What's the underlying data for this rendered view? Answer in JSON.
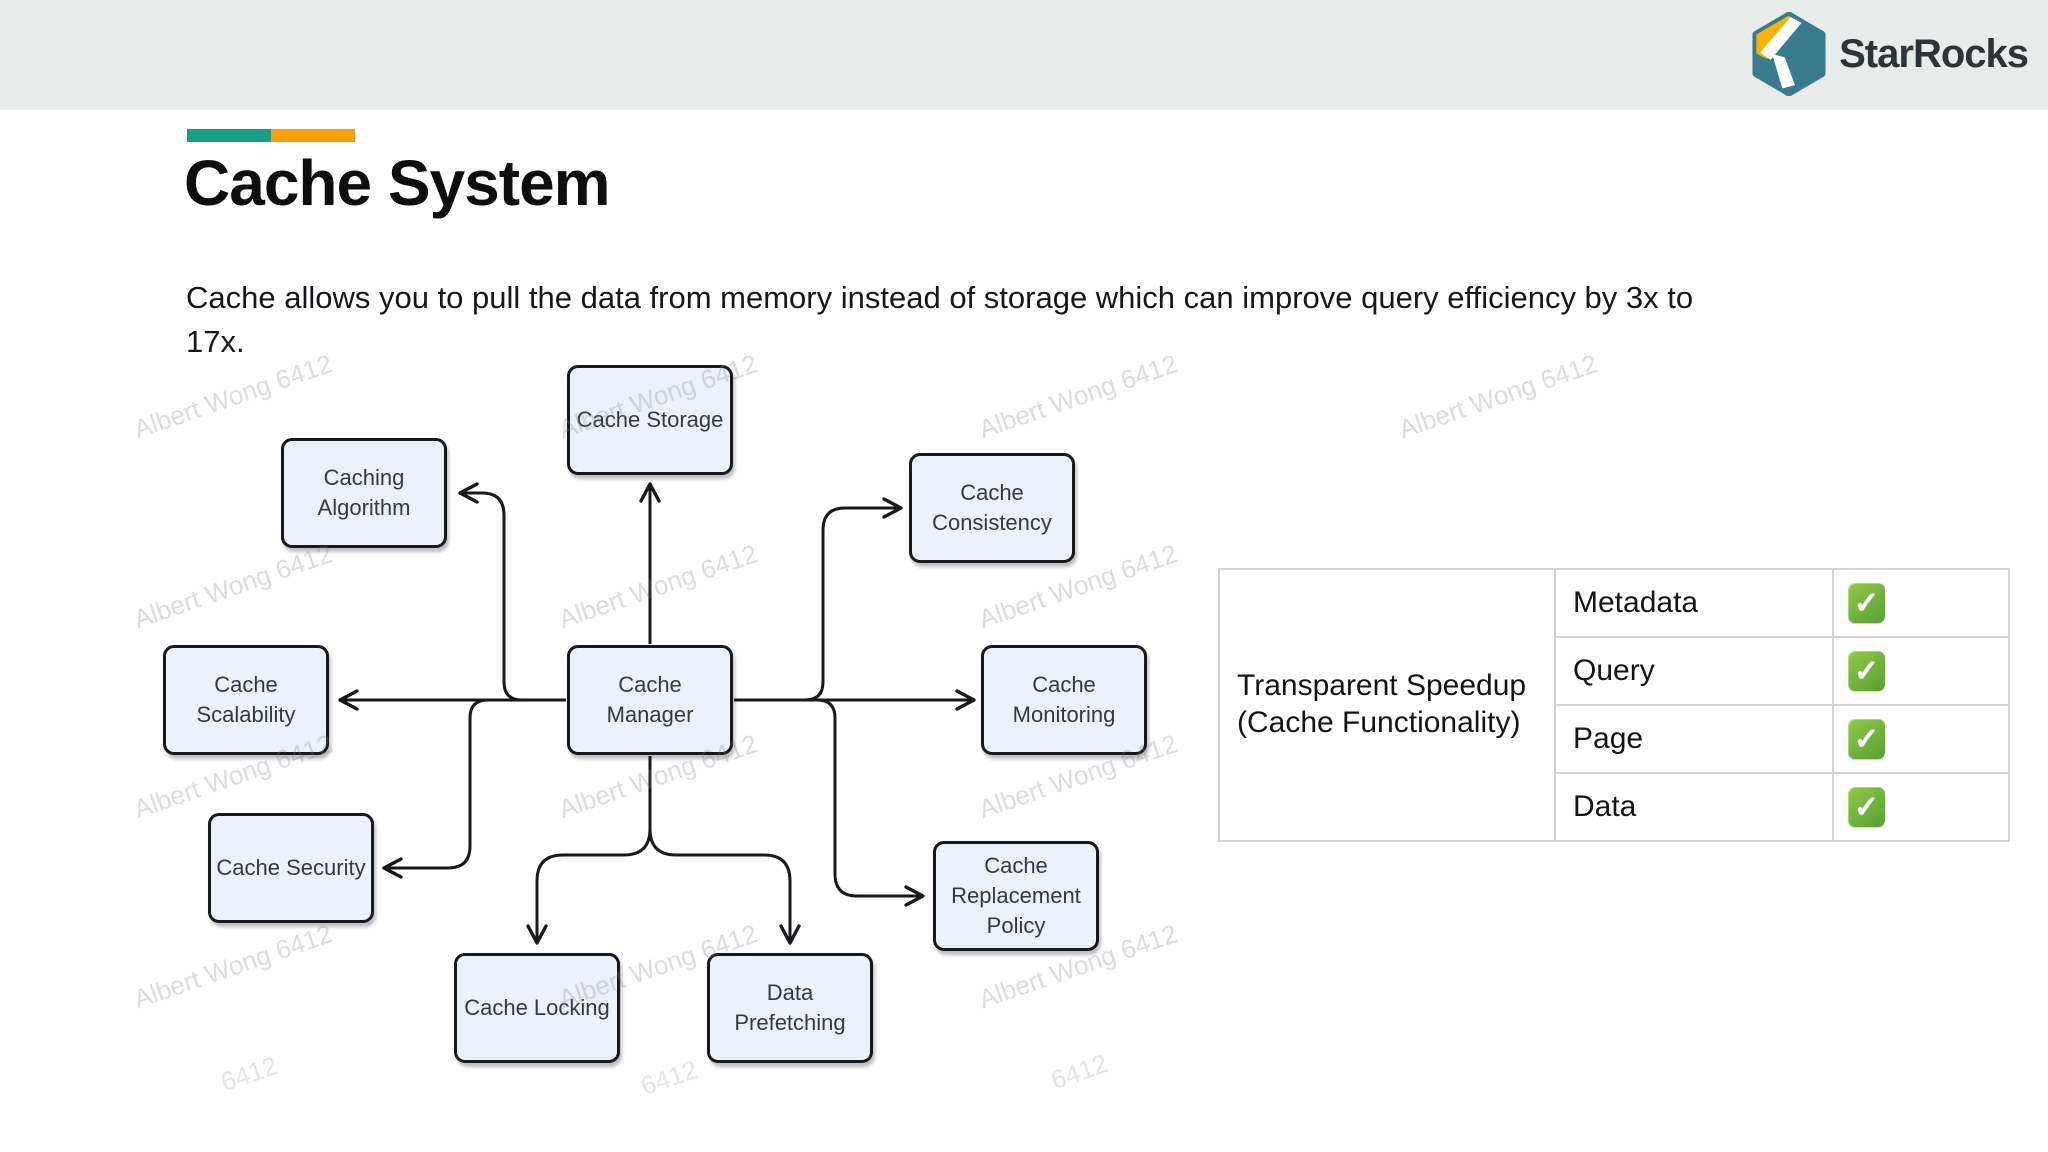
{
  "brand": {
    "name": "StarRocks",
    "logo_teal": "#377B8D",
    "logo_yellow": "#F6B40B",
    "text_color": "#2E3338"
  },
  "accent": {
    "teal": "#17A086",
    "orange": "#F9A109"
  },
  "title": "Cache System",
  "subtitle_lines": [
    "Cache allows you to pull the data from memory instead of storage which can improve query efficiency by 3x to",
    "17x."
  ],
  "diagram": {
    "nodes": [
      {
        "id": "cache-storage",
        "label": "Cache Storage"
      },
      {
        "id": "caching-algorithm",
        "label": "Caching Algorithm"
      },
      {
        "id": "cache-consistency",
        "label": "Cache Consistency"
      },
      {
        "id": "cache-scalability",
        "label": "Cache Scalability"
      },
      {
        "id": "cache-manager",
        "label": "Cache Manager"
      },
      {
        "id": "cache-monitoring",
        "label": "Cache Monitoring"
      },
      {
        "id": "cache-security",
        "label": "Cache Security"
      },
      {
        "id": "cache-replacement-policy",
        "label": "Cache Replacement Policy"
      },
      {
        "id": "cache-locking",
        "label": "Cache Locking"
      },
      {
        "id": "data-prefetching",
        "label": "Data Prefetching"
      }
    ]
  },
  "table": {
    "header_lines": [
      "Transparent Speedup",
      "(Cache Functionality)"
    ],
    "check_symbol": "✓",
    "rows": [
      {
        "label": "Metadata",
        "checked": true
      },
      {
        "label": "Query",
        "checked": true
      },
      {
        "label": "Page",
        "checked": true
      },
      {
        "label": "Data",
        "checked": true
      }
    ]
  },
  "watermark": {
    "text": "Albert Wong 6412",
    "fragment": "6412"
  }
}
